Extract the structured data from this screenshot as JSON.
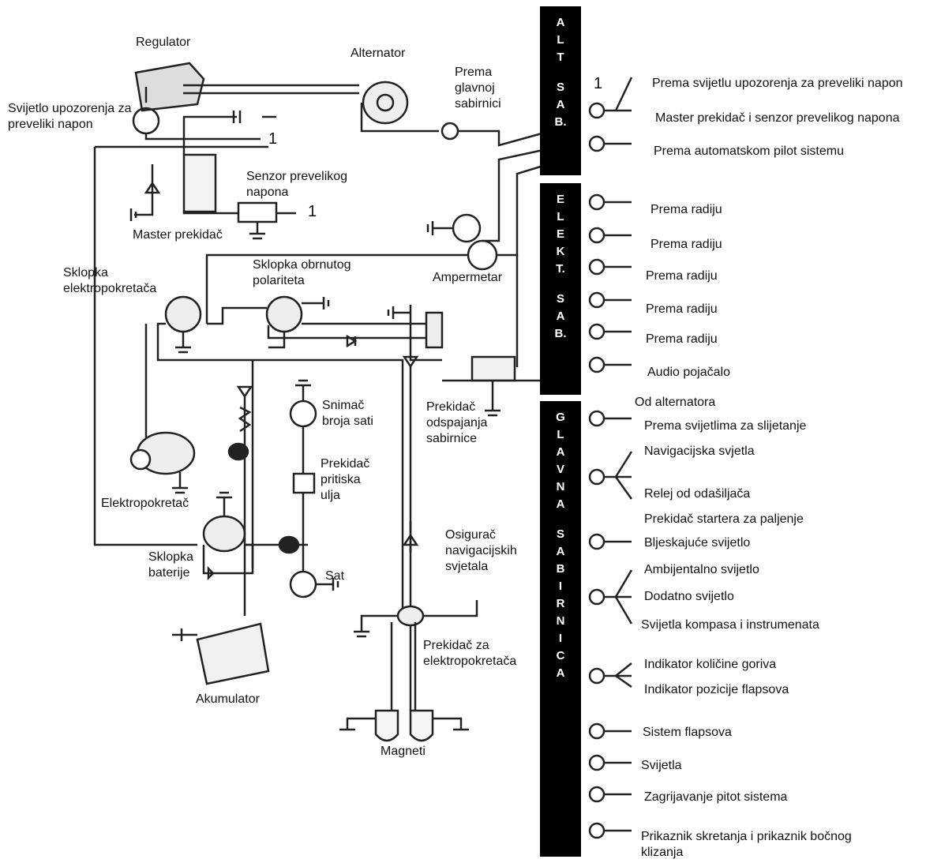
{
  "components": {
    "regulator": "Regulator",
    "alternator": "Alternator",
    "warning_light": "Svijetlo upozorenja za preveliki napon",
    "overvoltage_sensor": "Senzor prevelikog napona",
    "master_switch": "Master prekidač",
    "to_main_bus": "Prema glavnoj sabirnici",
    "starter_solenoid": "Sklopka elektropokretača",
    "reverse_polarity": "Sklopka obrnutog polariteta",
    "ammeter": "Ampermetar",
    "starter_motor": "Elektropokretač",
    "hour_meter": "Snimač broja sati",
    "oil_pressure_switch": "Prekidač pritiska ulja",
    "clock": "Sat",
    "battery_contactor": "Sklopka baterije",
    "battery": "Akumulator",
    "bus_disconnect": "Prekidač odspajanja sabirnice",
    "nav_fuse": "Osigurač navigacijskih svjetala",
    "starter_switch": "Prekidač za elektropokretača",
    "magnetos": "Magneti",
    "ref_one": "1"
  },
  "bus_bars": {
    "alt_bus": [
      "A",
      "L",
      "T",
      "",
      "S",
      "A",
      "B."
    ],
    "elec_bus": [
      "E",
      "L",
      "E",
      "K",
      "T.",
      "",
      "S",
      "A",
      "B."
    ],
    "main_bus": [
      "G",
      "L",
      "A",
      "V",
      "N",
      "A",
      "",
      "S",
      "A",
      "B",
      "I",
      "R",
      "N",
      "I",
      "C",
      "A"
    ]
  },
  "alt_bus_labels": [
    "Prema svijetlu upozorenja za preveliki napon",
    "Master prekidač i senzor prevelikog napona",
    "Prema automatskom pilot sistemu"
  ],
  "elec_bus_labels": [
    "Prema radiju",
    "Prema radiju",
    "Prema radiju",
    "Prema radiju",
    "Prema radiju",
    "Audio pojačalo"
  ],
  "main_bus_labels": [
    "Od alternatora",
    "Prema svijetlima za slijetanje",
    "Navigacijska svjetla",
    "Relej od odašiljača",
    "Prekidač startera za paljenje",
    "Bljeskajuće svijetlo",
    "Ambijentalno svijetlo",
    "Dodatno svijetlo",
    "Svijetla kompasa i instrumenata",
    "Indikator količine goriva",
    "Indikator pozicije flapsova",
    "Sistem flapsova",
    "Svijetla",
    "Zagrijavanje pitot sistema",
    "Prikaznik skretanja i prikaznik bočnog klizanja"
  ]
}
